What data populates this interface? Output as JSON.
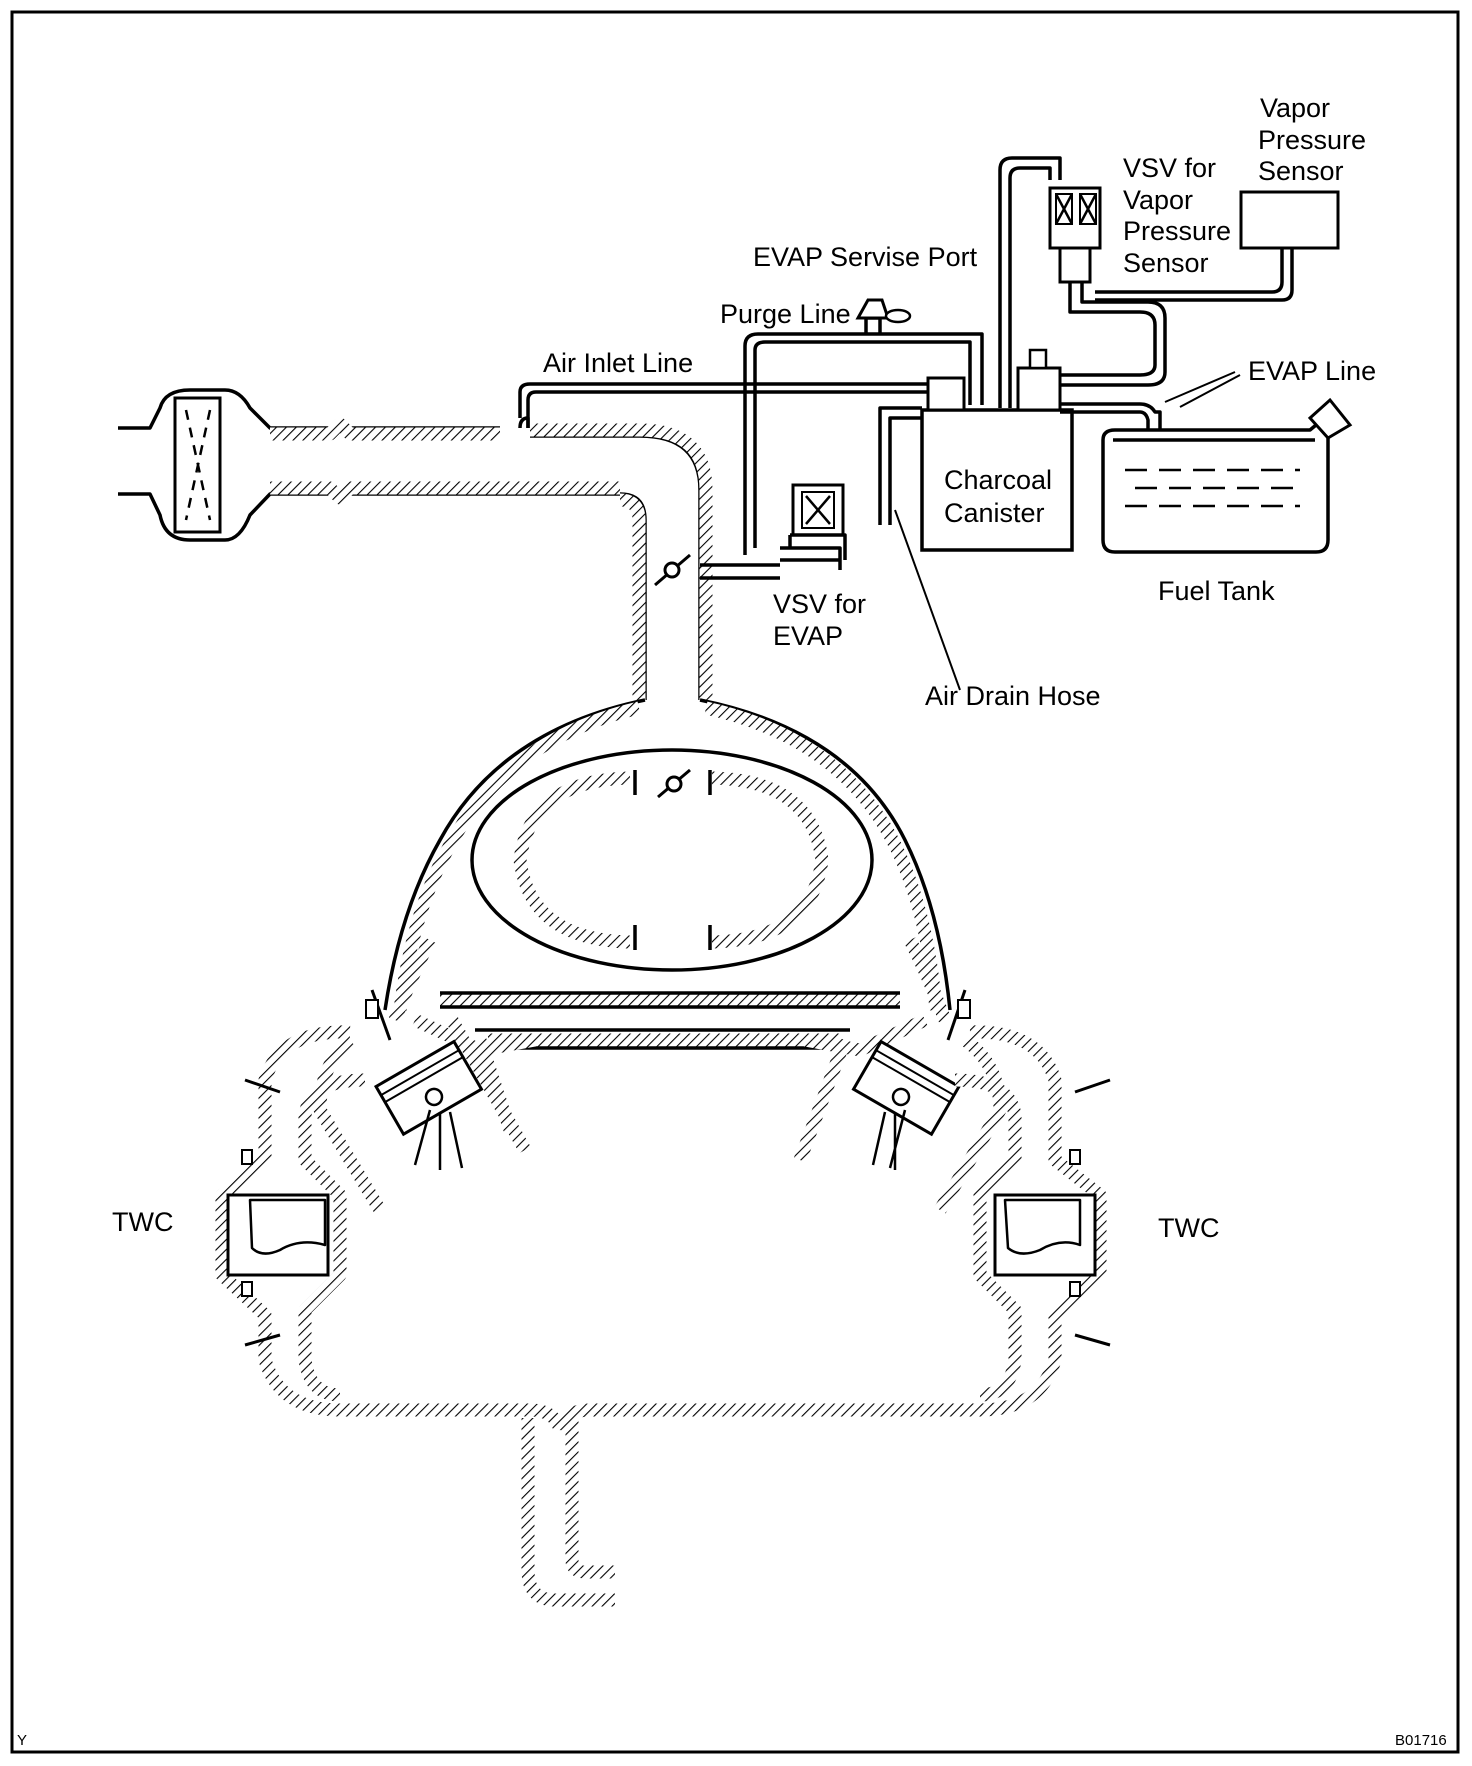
{
  "labels": {
    "vapor_pressure_sensor": [
      "Vapor",
      "Pressure",
      "Sensor"
    ],
    "vsv_vapor_pressure_sensor": [
      "VSV for",
      "Vapor",
      "Pressure",
      "Sensor"
    ],
    "evap_service_port": "EVAP Servise Port",
    "purge_line": "Purge Line",
    "air_inlet_line": "Air Inlet Line",
    "evap_line": "EVAP Line",
    "charcoal_canister": [
      "Charcoal",
      "Canister"
    ],
    "fuel_tank": "Fuel Tank",
    "vsv_evap": [
      "VSV for",
      "EVAP"
    ],
    "air_drain_hose": "Air Drain Hose",
    "twc_left": "TWC",
    "twc_right": "TWC"
  },
  "corner_marks": {
    "bottom_left": "Y",
    "bottom_right": "B01716"
  }
}
